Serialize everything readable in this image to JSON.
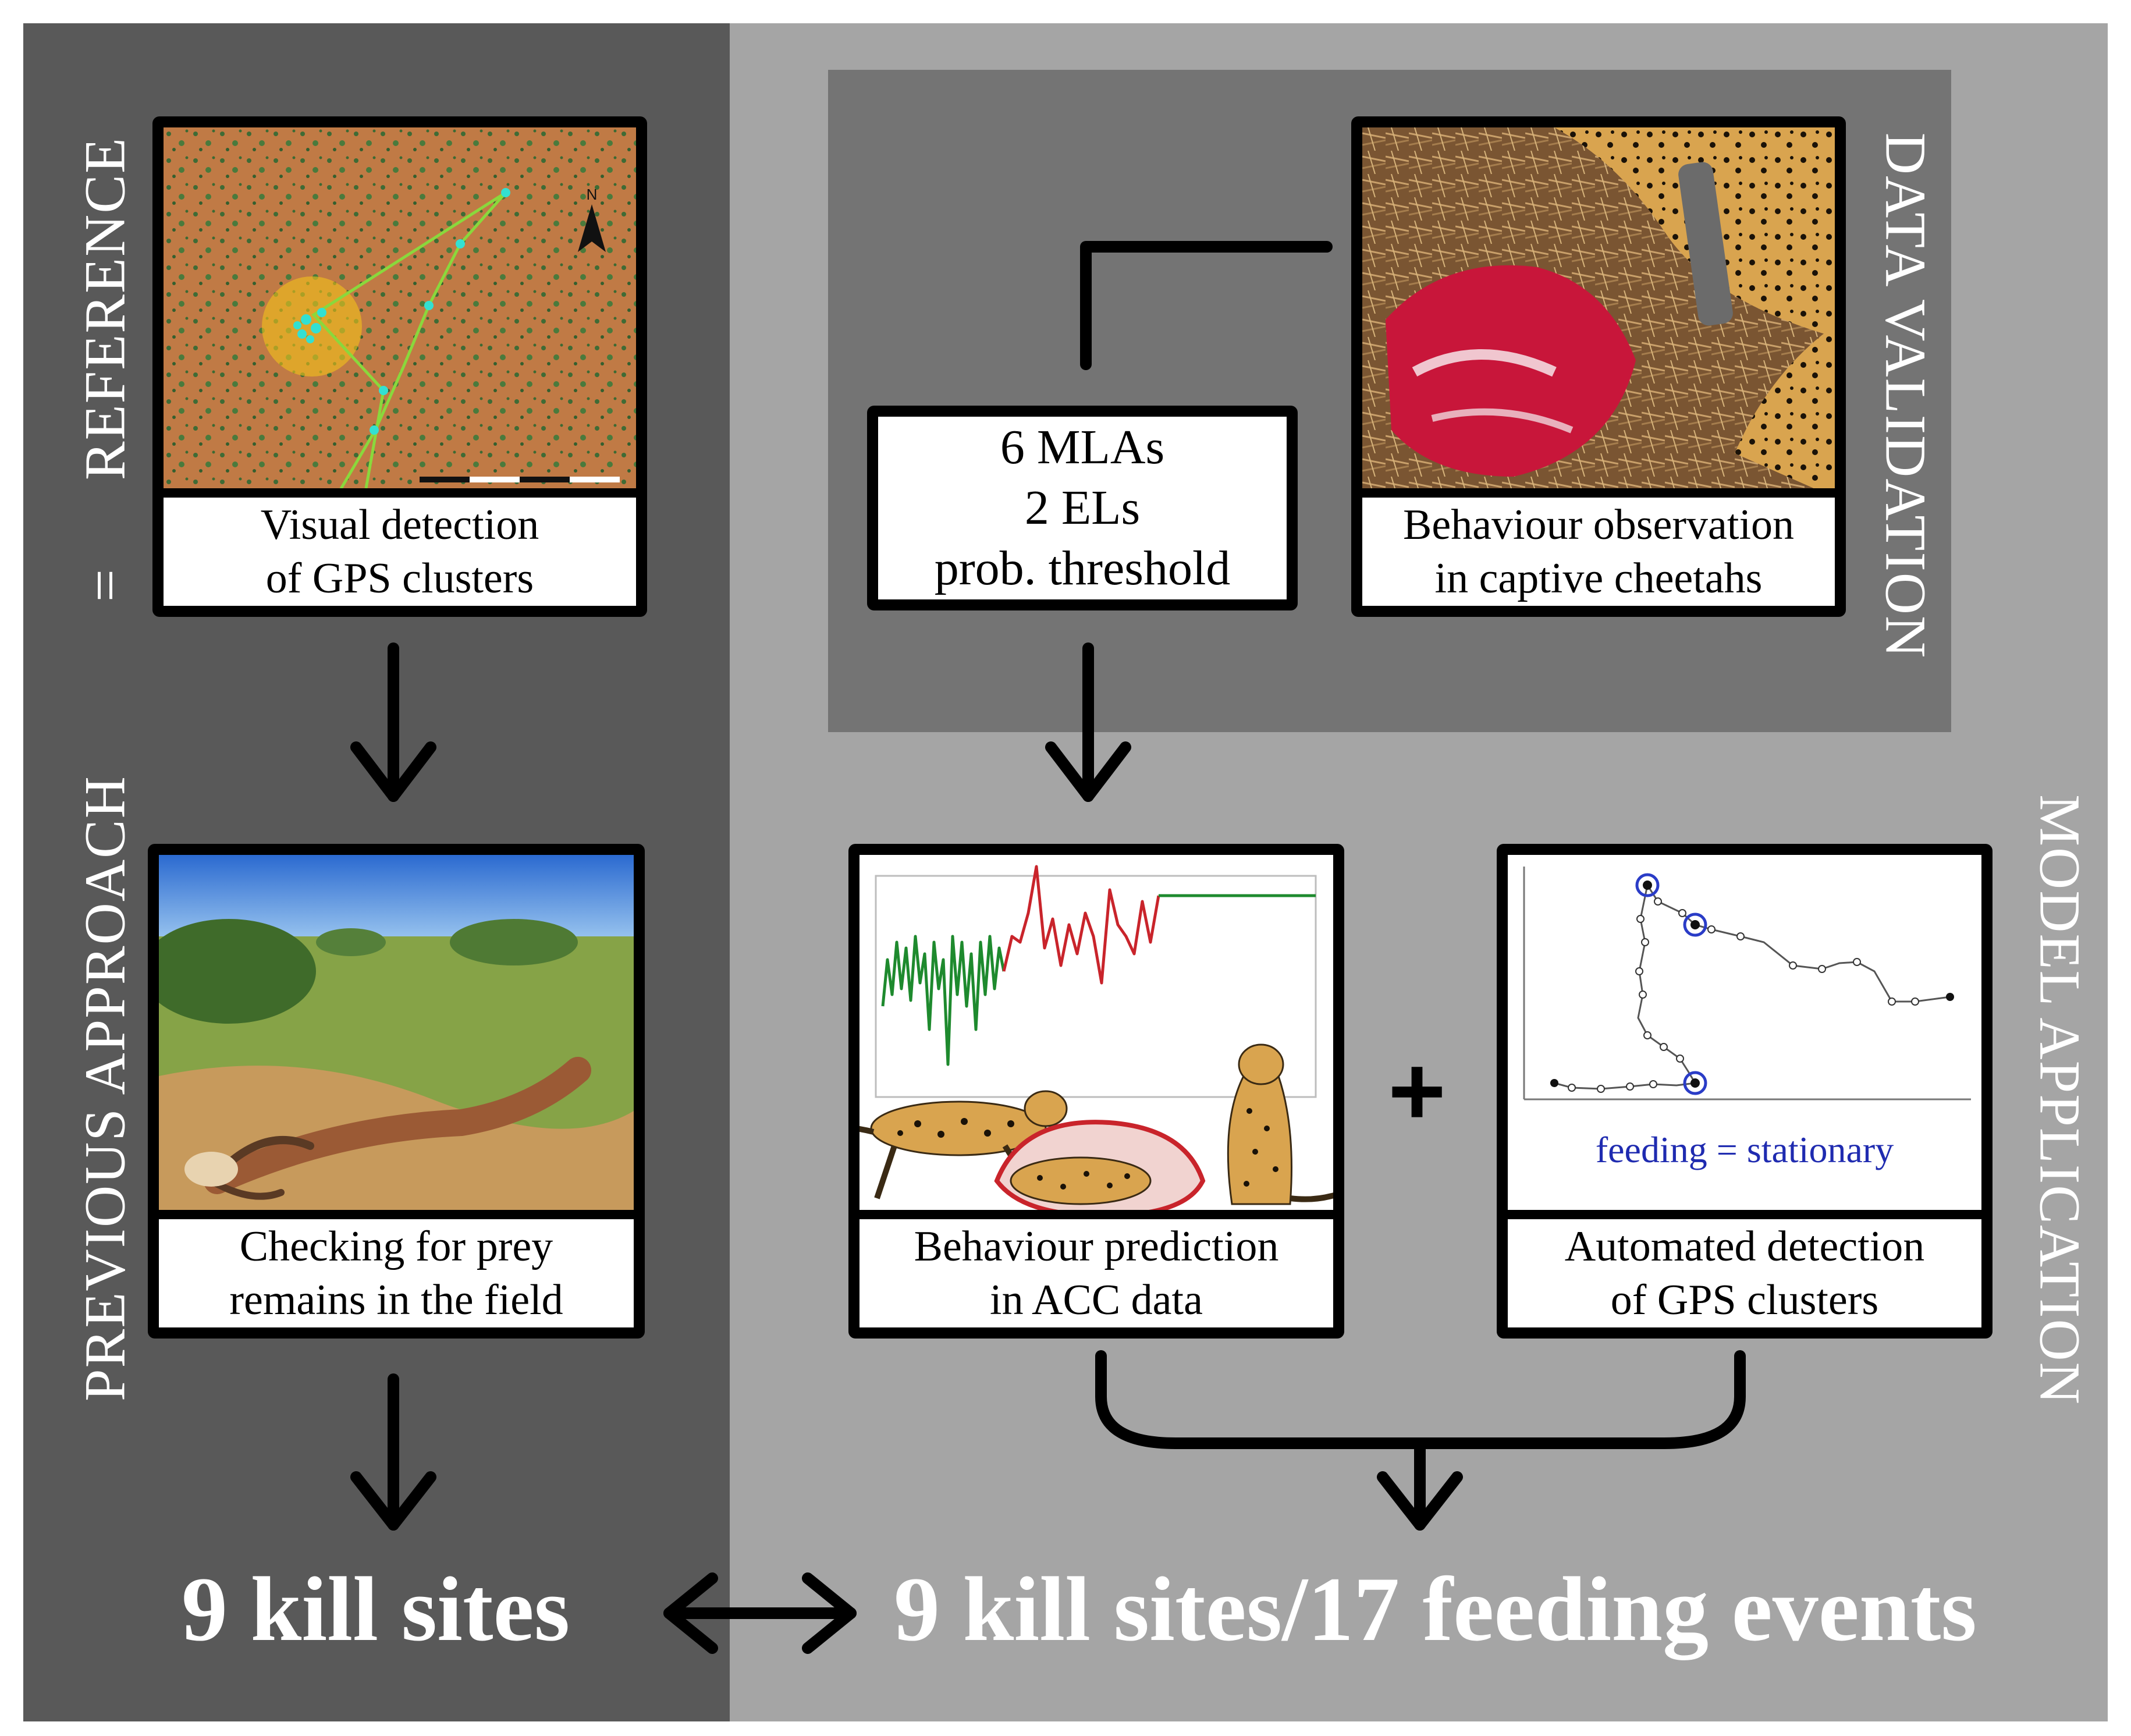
{
  "sections": {
    "reference_label": "REFERENCE",
    "equals": "=",
    "previous_label": "PREVIOUS APPROACH",
    "data_validation_label": "DATA VALIDATION",
    "model_application_label": "MODEL APPLICATION"
  },
  "boxes": {
    "visual_detection": [
      "Visual detection",
      "of GPS clusters"
    ],
    "checking_prey": [
      "Checking for prey",
      "remains in the field"
    ],
    "mla_models": [
      "6 MLAs",
      "2 ELs",
      "prob. threshold"
    ],
    "behaviour_observation": [
      "Behaviour observation",
      "in captive cheetahs"
    ],
    "behaviour_prediction": [
      "Behaviour prediction",
      "in ACC data"
    ],
    "automated_detection": [
      "Automated detection",
      "of GPS clusters"
    ]
  },
  "track_caption": "feeding = stationary",
  "plus_sign": "+",
  "results": {
    "left": "9 kill sites",
    "right": "9 kill sites/17 feeding events"
  },
  "colors": {
    "panel_dark": "#595959",
    "panel_light": "#a5a5a5",
    "panel_mid": "#747474",
    "acc_green": "#1e8a2e",
    "acc_red": "#c9242b",
    "feeding_blue": "#1f2bb0",
    "gps_line": "#8ad83c"
  },
  "icons": [
    "north-arrow-icon",
    "cheetah-running-icon",
    "cheetah-feeding-icon",
    "cheetah-sitting-icon"
  ]
}
